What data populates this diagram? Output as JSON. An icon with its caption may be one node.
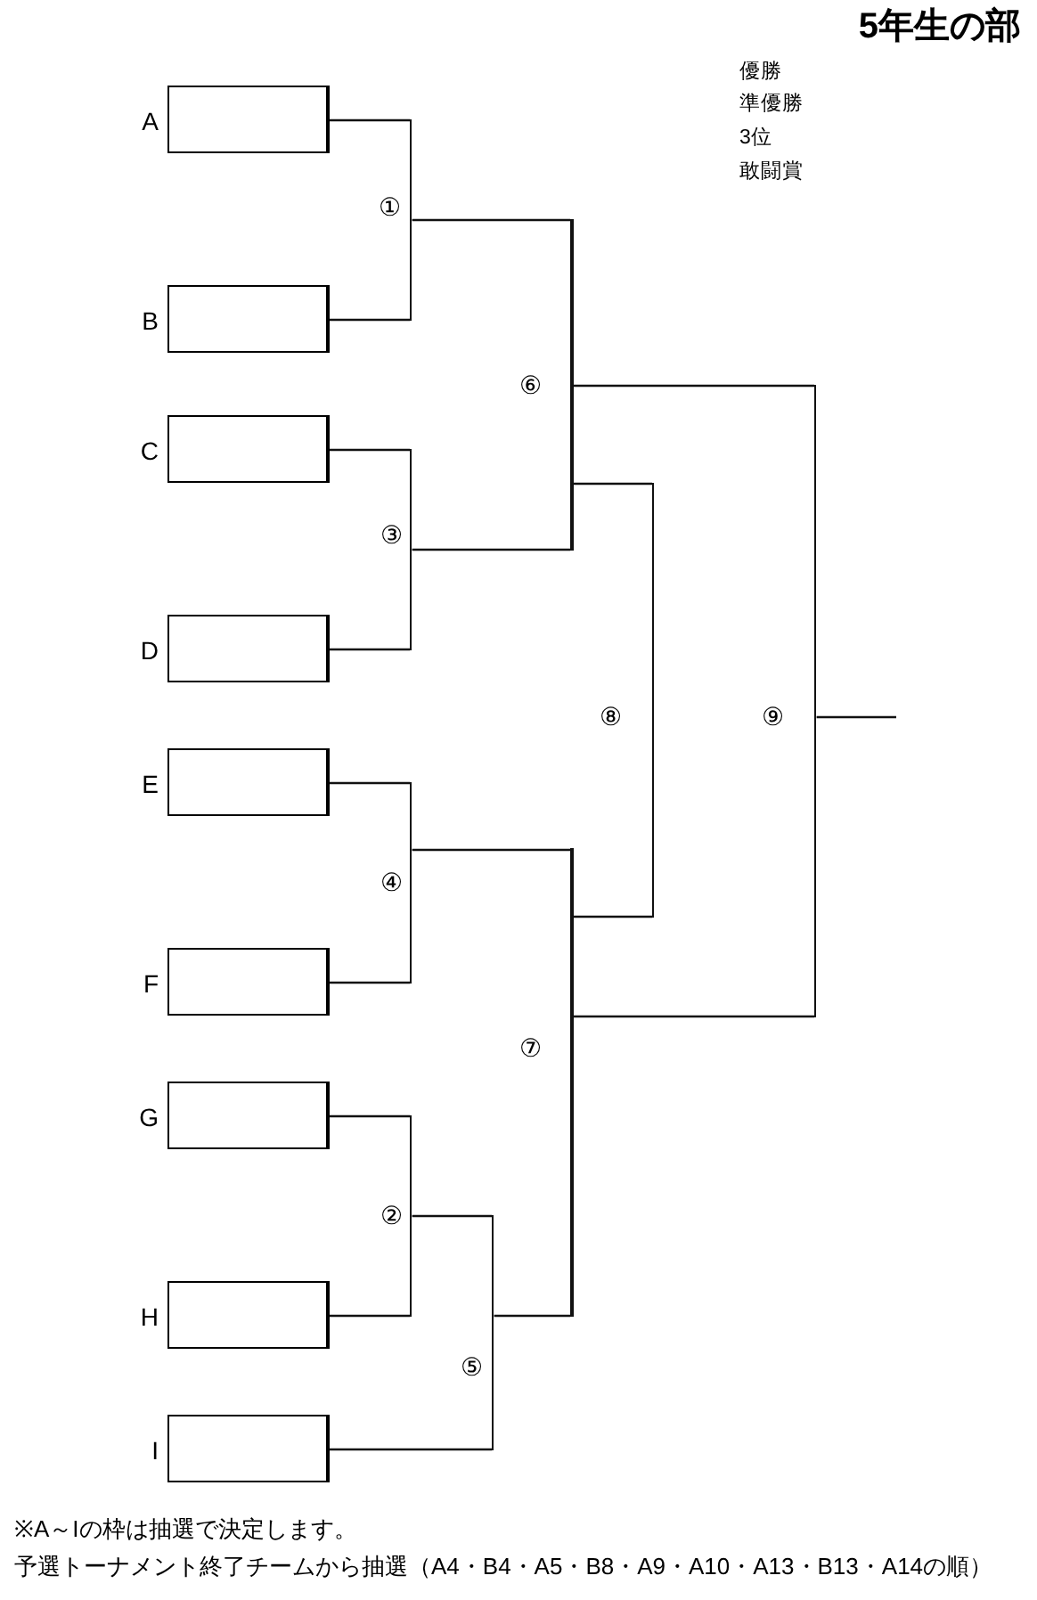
{
  "diagram": {
    "title": "5年生の部",
    "nodes": [
      {
        "text": [],
        "shape": "box",
        "beside": [
          "A"
        ]
      },
      {
        "text": [],
        "shape": "box",
        "beside": [
          "B"
        ]
      },
      {
        "text": [],
        "shape": "box",
        "beside": [
          "C"
        ]
      },
      {
        "text": [],
        "shape": "box",
        "beside": [
          "D"
        ]
      },
      {
        "text": [],
        "shape": "box",
        "beside": [
          "E"
        ]
      },
      {
        "text": [],
        "shape": "box",
        "beside": [
          "F"
        ]
      },
      {
        "text": [],
        "shape": "box",
        "beside": [
          "G"
        ]
      },
      {
        "text": [],
        "shape": "box",
        "beside": [
          "H"
        ]
      },
      {
        "text": [],
        "shape": "box",
        "beside": [
          "I"
        ]
      },
      {
        "text": [],
        "shape": "bar",
        "beside": [
          "①"
        ]
      },
      {
        "text": [],
        "shape": "bar",
        "beside": [
          "②"
        ]
      },
      {
        "text": [],
        "shape": "bar",
        "beside": [
          "③"
        ]
      },
      {
        "text": [],
        "shape": "bar",
        "beside": [
          "④"
        ]
      },
      {
        "text": [],
        "shape": "bar",
        "beside": [
          "⑤"
        ]
      },
      {
        "text": [],
        "shape": "bar",
        "beside": [
          "⑥"
        ]
      },
      {
        "text": [],
        "shape": "bar",
        "beside": [
          "⑦"
        ]
      },
      {
        "text": [],
        "shape": "bar",
        "beside": [
          "⑧"
        ]
      },
      {
        "text": [],
        "shape": "bar",
        "beside": [
          "⑨"
        ]
      }
    ],
    "edges": [
      {
        "from": 0,
        "to": 9,
        "arrow": "none"
      },
      {
        "from": 1,
        "to": 9,
        "arrow": "none"
      },
      {
        "from": 2,
        "to": 11,
        "arrow": "none"
      },
      {
        "from": 3,
        "to": 11,
        "arrow": "none"
      },
      {
        "from": 4,
        "to": 12,
        "arrow": "none"
      },
      {
        "from": 5,
        "to": 12,
        "arrow": "none"
      },
      {
        "from": 6,
        "to": 10,
        "arrow": "none"
      },
      {
        "from": 7,
        "to": 10,
        "arrow": "none"
      },
      {
        "from": 8,
        "to": 13,
        "arrow": "none"
      },
      {
        "from": 9,
        "to": 14,
        "arrow": "none"
      },
      {
        "from": 11,
        "to": 14,
        "arrow": "none"
      },
      {
        "from": 12,
        "to": 15,
        "arrow": "none"
      },
      {
        "from": 10,
        "to": 13,
        "arrow": "none"
      },
      {
        "from": 13,
        "to": 15,
        "arrow": "none"
      },
      {
        "from": 14,
        "to": 16,
        "arrow": "none"
      },
      {
        "from": 15,
        "to": 16,
        "arrow": "none"
      },
      {
        "from": 14,
        "to": 17,
        "arrow": "none"
      },
      {
        "from": 15,
        "to": 17,
        "arrow": "none"
      },
      {
        "from": 17,
        "to": null,
        "arrow": "none"
      }
    ],
    "labels": [
      "優勝",
      "準優勝",
      "3位",
      "敢闘賞",
      "※A～Iの枠は抽選で決定します。",
      "予選トーナメント終了チームから抽選（A4・B4・A5・B8・A9・A10・A13・B13・A14の順）"
    ]
  }
}
